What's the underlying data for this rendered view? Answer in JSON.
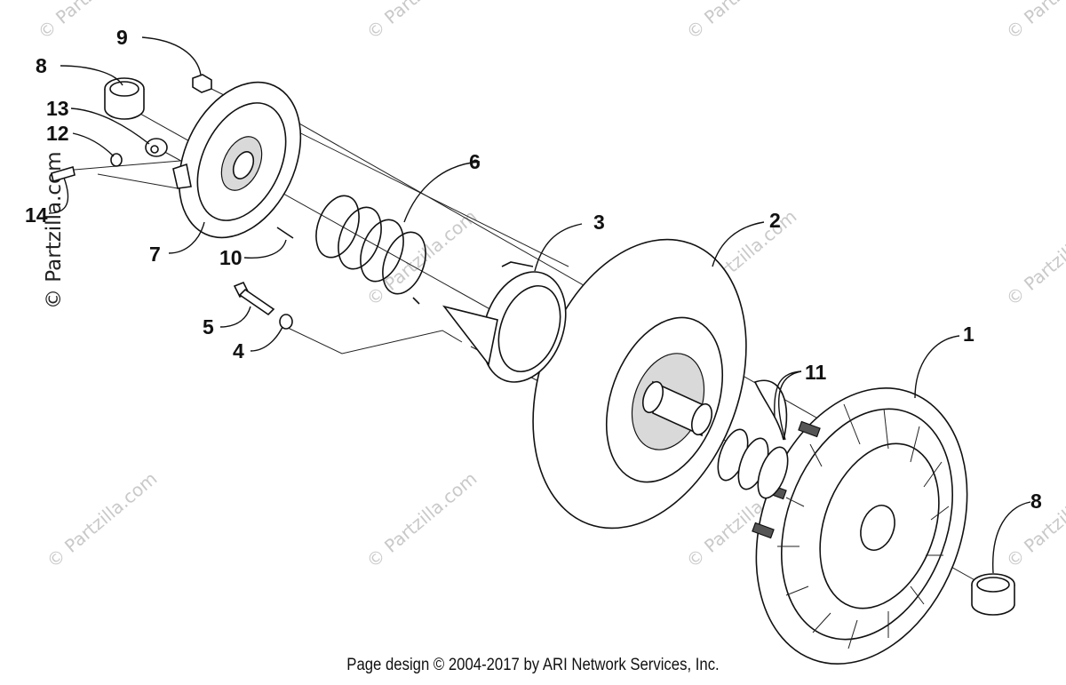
{
  "watermark": {
    "text": "© Partzilla.com",
    "side_text": "© Partzilla.com"
  },
  "callouts": {
    "c1": "1",
    "c2": "2",
    "c3": "3",
    "c4": "4",
    "c5": "5",
    "c6": "6",
    "c7": "7",
    "c8a": "8",
    "c8b": "8",
    "c9": "9",
    "c10": "10",
    "c11": "11",
    "c12": "12",
    "c13": "13",
    "c14": "14"
  },
  "footer": {
    "copyright": "Page design © 2004-2017 by ARI Network Services, Inc."
  }
}
